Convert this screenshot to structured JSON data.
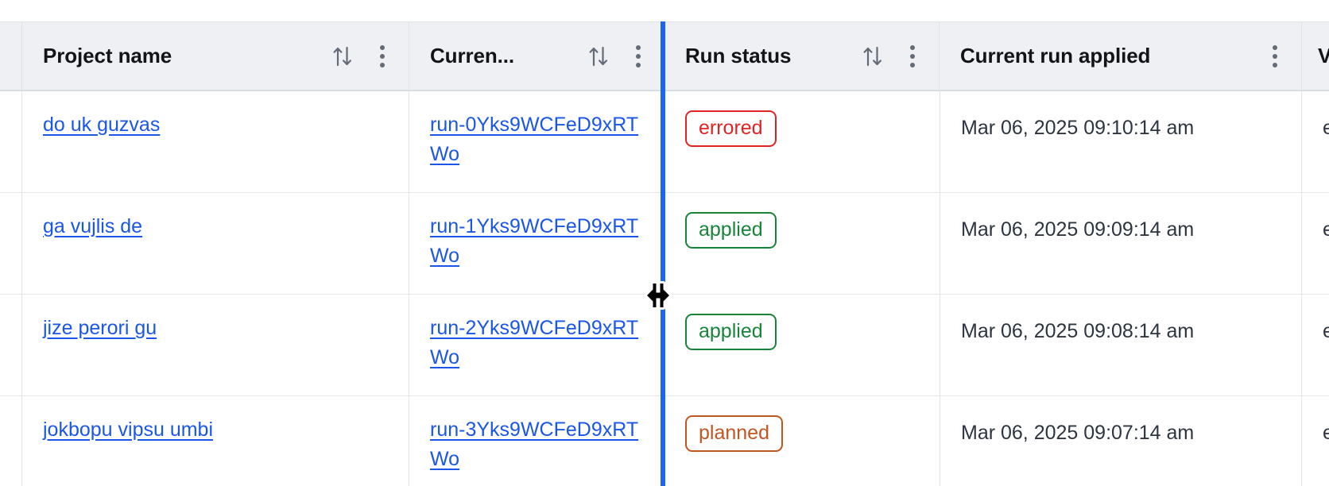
{
  "table": {
    "columns": [
      {
        "id": "gutter",
        "label": "",
        "has_sort": false,
        "has_menu": false
      },
      {
        "id": "project",
        "label": "Project name",
        "has_sort": true,
        "has_menu": true
      },
      {
        "id": "current_run",
        "label": "Curren...",
        "has_sort": true,
        "has_menu": true
      },
      {
        "id": "run_status",
        "label": "Run status",
        "has_sort": true,
        "has_menu": true
      },
      {
        "id": "applied",
        "label": "Current run applied",
        "has_sort": false,
        "has_menu": true
      },
      {
        "id": "extra",
        "label": "V",
        "has_sort": false,
        "has_menu": false
      }
    ],
    "rows": [
      {
        "project": "do uk guzvas",
        "current_run": "run-0Yks9WCFeD9xRTWo",
        "run_status": "errored",
        "run_status_kind": "errored",
        "applied": "Mar 06, 2025 09:10:14 am",
        "extra": "e"
      },
      {
        "project": "ga vujlis de",
        "current_run": "run-1Yks9WCFeD9xRTWo",
        "run_status": "applied",
        "run_status_kind": "applied",
        "applied": "Mar 06, 2025 09:09:14 am",
        "extra": "e"
      },
      {
        "project": "jize perori gu",
        "current_run": "run-2Yks9WCFeD9xRTWo",
        "run_status": "applied",
        "run_status_kind": "applied",
        "applied": "Mar 06, 2025 09:08:14 am",
        "extra": "e"
      },
      {
        "project": "jokbopu vipsu umbi",
        "current_run": "run-3Yks9WCFeD9xRTWo",
        "run_status": "planned",
        "run_status_kind": "planned",
        "applied": "Mar 06, 2025 09:07:14 am",
        "extra": "e"
      }
    ]
  },
  "interaction": {
    "resize_guide_visible": true,
    "cursor": "col-resize",
    "resizing_column": "current_run"
  },
  "colors": {
    "link": "#1a56e8",
    "status_errored": "#e02424",
    "status_applied": "#18843a",
    "status_planned": "#c05621",
    "resize_guide": "#1a66f0",
    "header_bg": "#eef0f3",
    "header_text": "#121417",
    "body_text": "#2d3540",
    "border": "#e2e5e9",
    "icon": "#636b77"
  },
  "icons": {
    "sort": "sort-ascending-descending-icon",
    "menu": "kebab-menu-icon",
    "cursor": "col-resize-cursor-icon"
  }
}
